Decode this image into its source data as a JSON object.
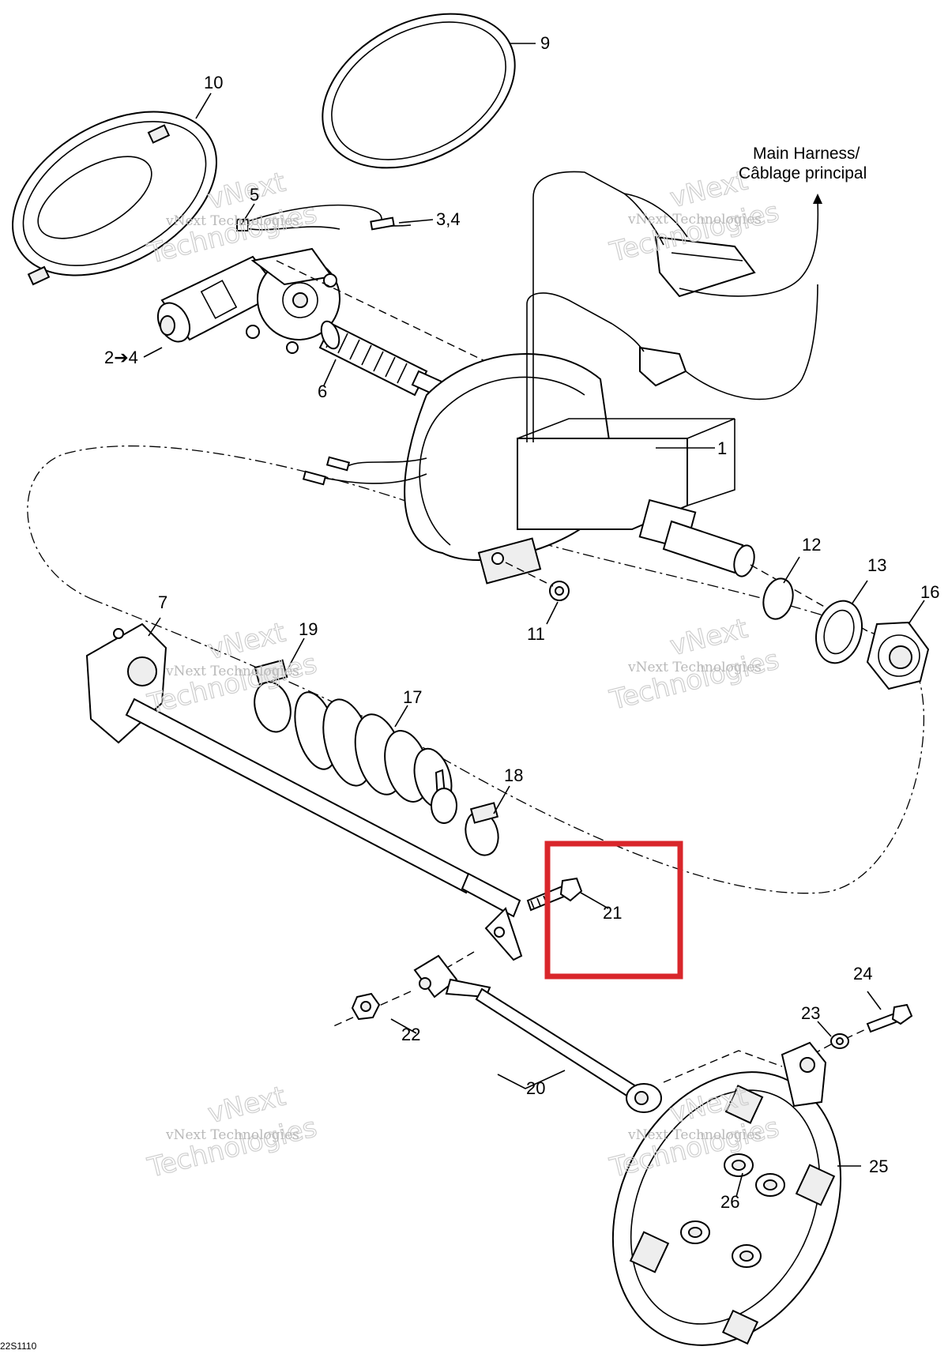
{
  "callouts": {
    "c1": "1",
    "c2_4": "2➔4",
    "c3_4": "3,4",
    "c5": "5",
    "c6": "6",
    "c7": "7",
    "c9": "9",
    "c10": "10",
    "c11": "11",
    "c12": "12",
    "c13": "13",
    "c16": "16",
    "c17": "17",
    "c18": "18",
    "c19": "19",
    "c20": "20",
    "c21": "21",
    "c22": "22",
    "c23": "23",
    "c24": "24",
    "c25": "25",
    "c26": "26"
  },
  "harness_label": {
    "line1": "Main Harness/",
    "line2": "Câblage principal"
  },
  "watermark": {
    "line1": "vNext Technologies",
    "line2": "vNext",
    "line3": "Technologies"
  },
  "figure_ref": "22S1110",
  "highlight": {
    "part": "21",
    "color": "#d9262b"
  }
}
